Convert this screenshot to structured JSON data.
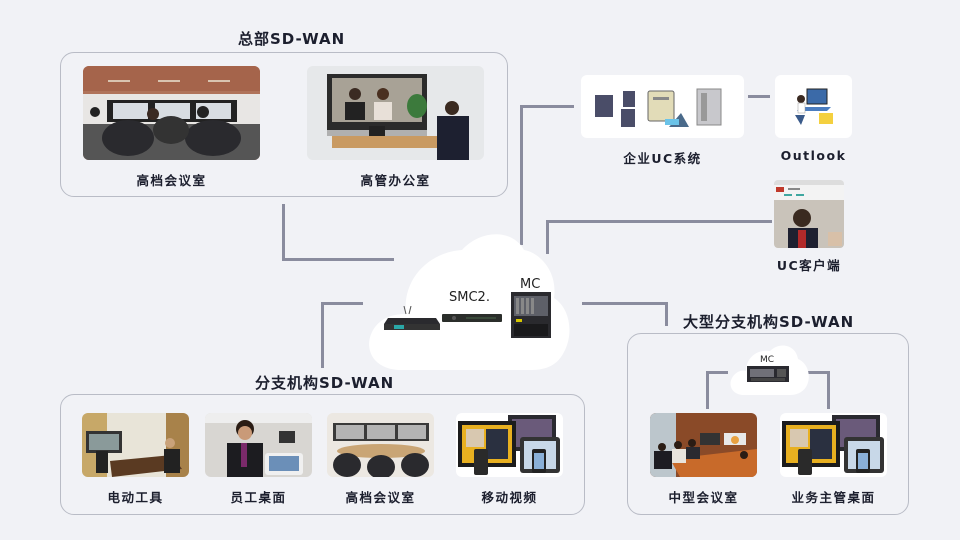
{
  "colors": {
    "background": "#f1f2f6",
    "box_border": "#b9bcc6",
    "connector": "#8a8c9e",
    "text": "#1c1f2e"
  },
  "hq": {
    "title": "总部SD-WAN",
    "items": [
      {
        "label": "高档会议室",
        "icon": "boardroom-photo"
      },
      {
        "label": "高管办公室",
        "icon": "executive-office-photo"
      }
    ]
  },
  "uc": {
    "enterprise_label": "企业UC系统",
    "outlook_label": "Outlook",
    "client_label": "UC客户端"
  },
  "core": {
    "smc_label": "SMC2.",
    "mc_label": "MC"
  },
  "branch": {
    "title": "分支机构SD-WAN",
    "items": [
      {
        "label": "电动工具",
        "icon": "desktop-terminal-photo"
      },
      {
        "label": "员工桌面",
        "icon": "employee-desktop-photo"
      },
      {
        "label": "高档会议室",
        "icon": "conference-room-photo"
      },
      {
        "label": "移动视频",
        "icon": "mobile-devices-photo"
      }
    ]
  },
  "large_branch": {
    "title": "大型分支机构SD-WAN",
    "mc_label": "MC",
    "items": [
      {
        "label": "中型会议室",
        "icon": "meeting-room-photo"
      },
      {
        "label": "业务主管桌面",
        "icon": "devices-photo"
      }
    ]
  }
}
